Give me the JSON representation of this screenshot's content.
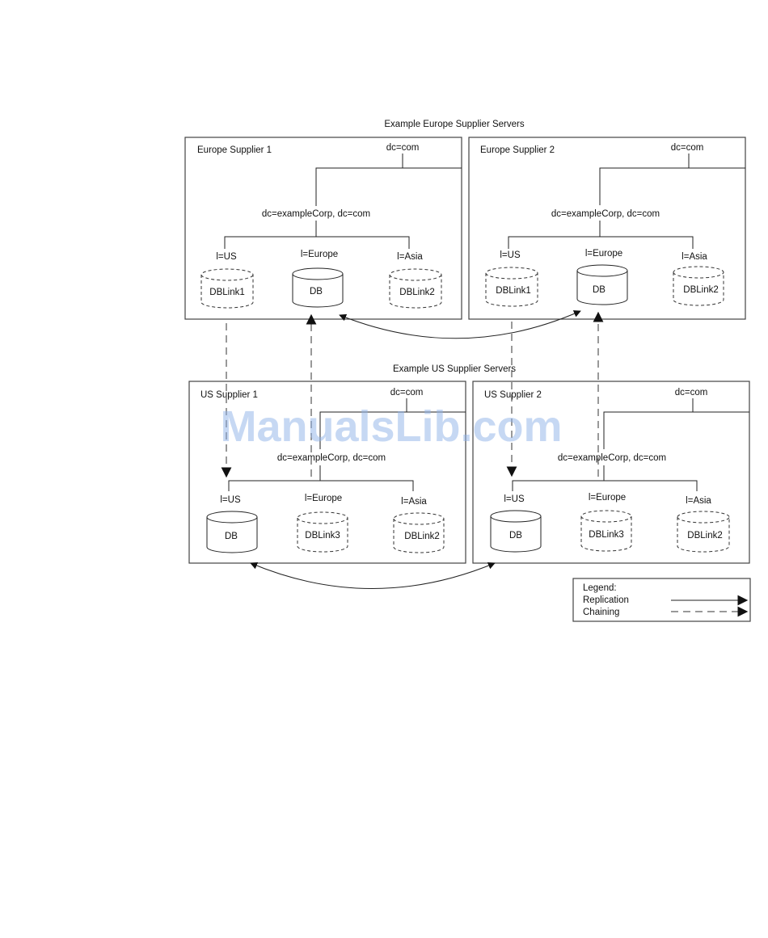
{
  "europe_title": "Example Europe Supplier Servers",
  "us_title": "Example US Supplier Servers",
  "watermark": "ManualsLib.com",
  "servers": {
    "eu1": {
      "name": "Europe Supplier 1",
      "root": "dc=com",
      "suffix": "dc=exampleCorp, dc=com",
      "branches": [
        {
          "label": "l=US",
          "store": "DBLink1",
          "kind": "link"
        },
        {
          "label": "l=Europe",
          "store": "DB",
          "kind": "db"
        },
        {
          "label": "l=Asia",
          "store": "DBLink2",
          "kind": "link"
        }
      ]
    },
    "eu2": {
      "name": "Europe Supplier 2",
      "root": "dc=com",
      "suffix": "dc=exampleCorp, dc=com",
      "branches": [
        {
          "label": "l=US",
          "store": "DBLink1",
          "kind": "link"
        },
        {
          "label": "l=Europe",
          "store": "DB",
          "kind": "db"
        },
        {
          "label": "l=Asia",
          "store": "DBLink2",
          "kind": "link"
        }
      ]
    },
    "us1": {
      "name": "US Supplier 1",
      "root": "dc=com",
      "suffix": "dc=exampleCorp, dc=com",
      "branches": [
        {
          "label": "l=US",
          "store": "DB",
          "kind": "db"
        },
        {
          "label": "l=Europe",
          "store": "DBLink3",
          "kind": "link"
        },
        {
          "label": "l=Asia",
          "store": "DBLink2",
          "kind": "link"
        }
      ]
    },
    "us2": {
      "name": "US Supplier 2",
      "root": "dc=com",
      "suffix": "dc=exampleCorp, dc=com",
      "branches": [
        {
          "label": "l=US",
          "store": "DB",
          "kind": "db"
        },
        {
          "label": "l=Europe",
          "store": "DBLink3",
          "kind": "link"
        },
        {
          "label": "l=Asia",
          "store": "DBLink2",
          "kind": "link"
        }
      ]
    }
  },
  "legend": {
    "title": "Legend:",
    "replication": "Replication",
    "chaining": "Chaining"
  }
}
